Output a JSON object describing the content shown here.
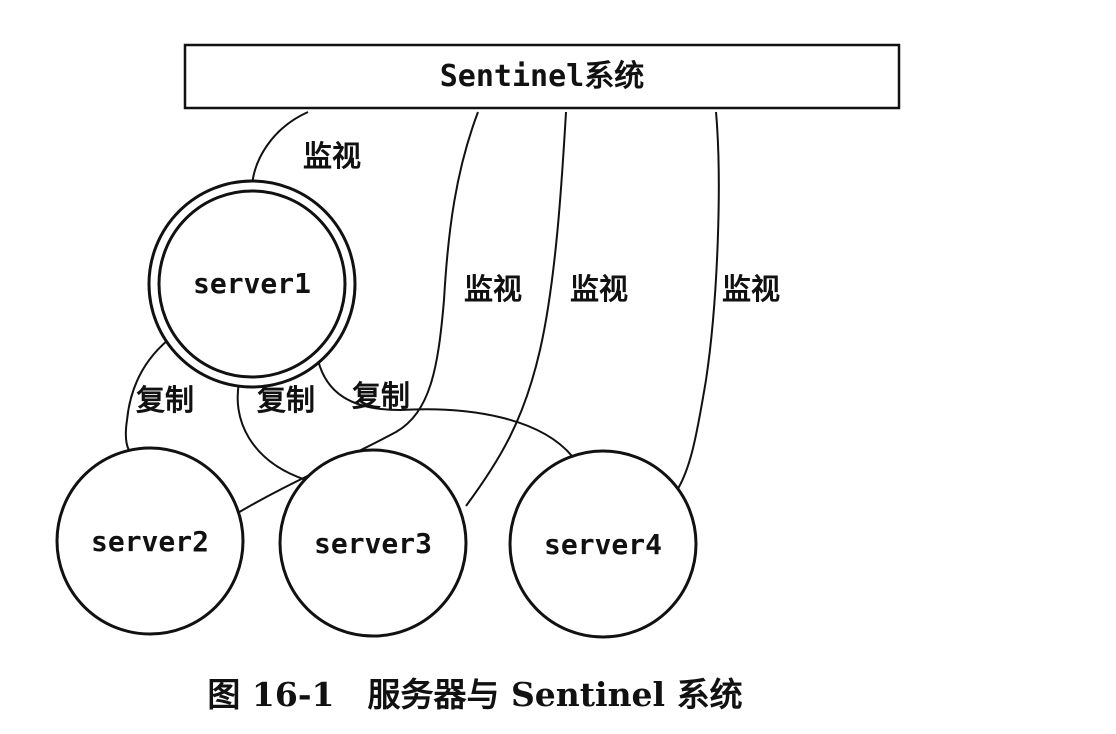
{
  "system": {
    "label": "Sentinel系统"
  },
  "servers": [
    {
      "id": "server1",
      "label": "server1",
      "role": "master"
    },
    {
      "id": "server2",
      "label": "server2",
      "role": "slave"
    },
    {
      "id": "server3",
      "label": "server3",
      "role": "slave"
    },
    {
      "id": "server4",
      "label": "server4",
      "role": "slave"
    }
  ],
  "edges": {
    "monitor_label": "监视",
    "replicate_label": "复制"
  },
  "caption": "图 16-1　服务器与 Sentinel 系统"
}
